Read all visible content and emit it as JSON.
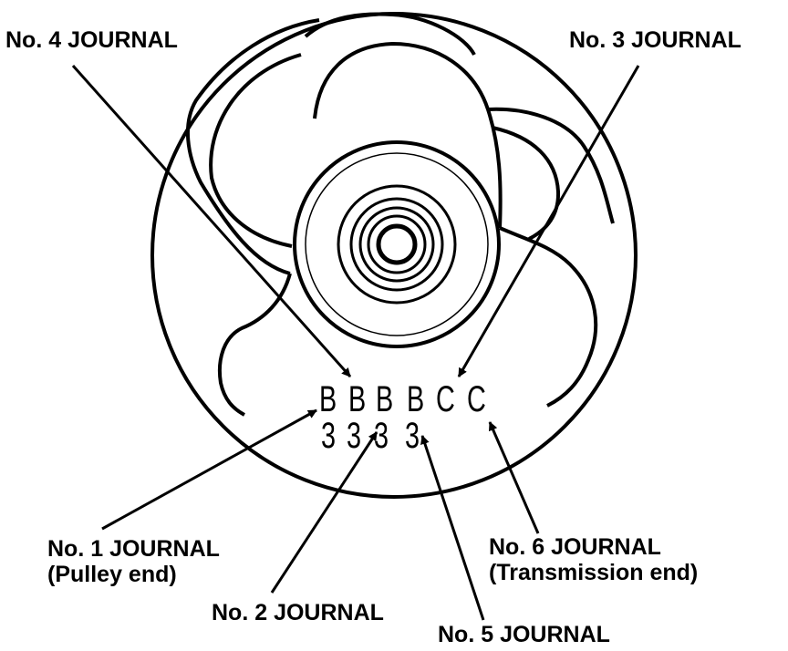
{
  "labels": {
    "journal_4": "No. 4 JOURNAL",
    "journal_3": "No. 3 JOURNAL",
    "journal_1": "No. 1 JOURNAL",
    "journal_1_note": "(Pulley end)",
    "journal_2": "No. 2 JOURNAL",
    "journal_5": "No. 5 JOURNAL",
    "journal_6": "No. 6 JOURNAL",
    "journal_6_note": "(Transmission end)"
  },
  "codes": {
    "letters": [
      "B",
      "B",
      "B",
      "B",
      "C",
      "C"
    ],
    "digits": [
      "3",
      "3",
      "3",
      "3"
    ]
  },
  "colors": {
    "ink": "#000000",
    "paper": "#ffffff"
  }
}
